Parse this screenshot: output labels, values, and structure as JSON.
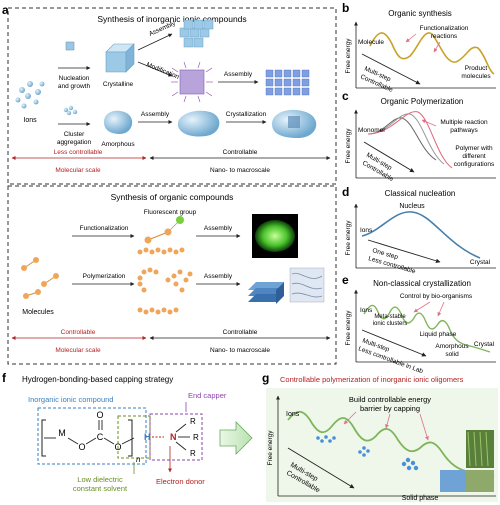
{
  "panel_a": {
    "letter": "a",
    "title_top": "Synthesis of inorganic ionic compounds",
    "ions": "Ions",
    "nucleation_1": "Nucleation",
    "nucleation_2": "and growth",
    "cluster_1": "Cluster",
    "cluster_2": "aggregation",
    "crystalline": "Crystalline",
    "amorphous": "Amorphous",
    "assembly": "Assembly",
    "modification": "Modification",
    "crystallization": "Crystallization",
    "less_controllable": "Less controllable",
    "controllable": "Controllable",
    "molecular_scale": "Molecular scale",
    "nano_macro": "Nano- to macroscale",
    "title_bottom": "Synthesis of organic compounds",
    "fluorescent_group": "Fluorescent group",
    "functionalization": "Functionalization",
    "polymerization": "Polymerization",
    "molecules": "Molecules"
  },
  "panel_b": {
    "letter": "b",
    "title": "Organic synthesis",
    "ylabel": "Free energy",
    "molecule": "Molecule",
    "func_1": "Functionalization",
    "func_2": "reactions",
    "multi_1": "Multi-step",
    "multi_2": "Controllable",
    "product_1": "Product",
    "product_2": "molecules"
  },
  "panel_c": {
    "letter": "c",
    "title": "Organic Polymerization",
    "ylabel": "Free energy",
    "monomer": "Monomer",
    "multi_1": "Multiple reaction",
    "multi_2": "pathways",
    "step_1": "Multi-step",
    "step_2": "Controllable",
    "poly_1": "Polymer with",
    "poly_2": "different",
    "poly_3": "configurations"
  },
  "panel_d": {
    "letter": "d",
    "title": "Classical nucleation",
    "nucleus": "Nucleus",
    "ylabel": "Free energy",
    "ions": "Ions",
    "one_step": "One step",
    "less_ctrl": "Less controllable",
    "crystal": "Crystal"
  },
  "panel_e": {
    "letter": "e",
    "title": "Non-classical crystallization",
    "control": "Control by bio-organisms",
    "ylabel": "Free energy",
    "ions": "Ions",
    "meta_1": "Meta-stable",
    "meta_2": "ionic clusters",
    "liquid": "Liquid phase",
    "step_1": "Multi-step",
    "step_2": "Less controllable in Lab",
    "amorph_1": "Amorphous",
    "amorph_2": "solid",
    "crystal": "Crystal"
  },
  "panel_f": {
    "letter": "f",
    "title": "Hydrogen-bonding-based capping strategy",
    "inorganic": "Inorganic ionic compound",
    "end_capper": "End capper",
    "m": "M",
    "o1": "O",
    "c": "C",
    "o2": "O",
    "o3": "O",
    "h": "H",
    "n": "N",
    "r1": "R",
    "r2": "R",
    "r3": "R",
    "sub_n": "n",
    "low_1": "Low dielectric",
    "low_2": "constant solvent",
    "donor": "Electron donor"
  },
  "panel_g": {
    "letter": "g",
    "title": "Controllable polymerization of inorganic ionic oligomers",
    "build_1": "Build controllable energy",
    "build_2": "barrier by capping",
    "ylabel": "Free energy",
    "ions": "Ions",
    "step_1": "Multi-step",
    "step_2": "Controllable",
    "solid": "Solid phase"
  },
  "colors": {
    "teal": "#3a8fb0",
    "red": "#b22222",
    "gold": "#c9a227",
    "green": "#7fc97f",
    "blue": "#4a90d9",
    "purple": "#8e44ad",
    "olive": "#6b8e23"
  }
}
